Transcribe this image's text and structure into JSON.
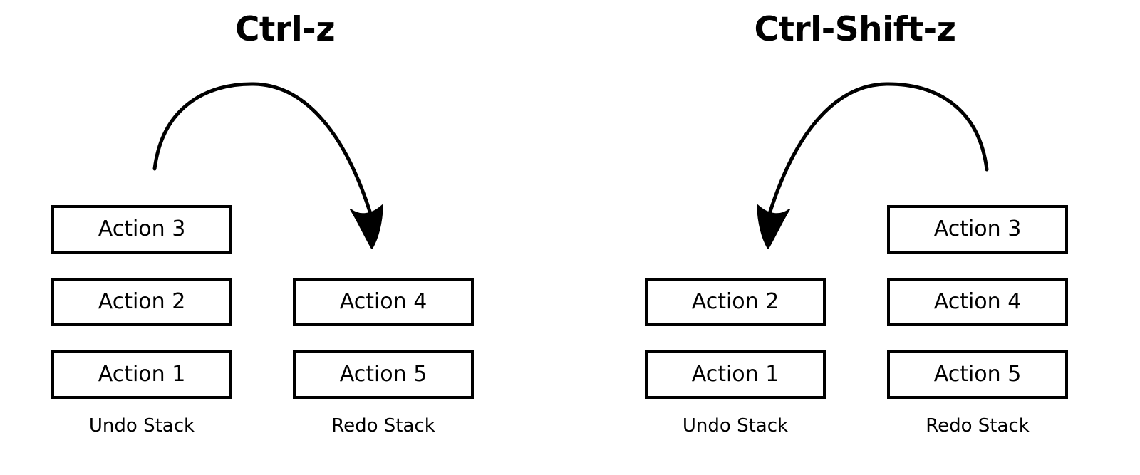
{
  "diagram": {
    "title_left": "Ctrl-z",
    "title_right": "Ctrl-Shift-z",
    "background_color": "#ffffff",
    "stroke_color": "#000000"
  },
  "panels": [
    {
      "key": "undo_action",
      "title": "Ctrl-z",
      "arrow": {
        "semantic": "undo-arrow",
        "direction": "left-to-right",
        "from_stack": "Undo Stack",
        "to_stack": "Redo Stack"
      },
      "stacks": [
        {
          "key": "undo",
          "label": "Undo Stack",
          "slots": [
            {
              "label": "Action 3",
              "filled": true
            },
            {
              "label": "Action 2",
              "filled": true
            },
            {
              "label": "Action 1",
              "filled": true
            }
          ]
        },
        {
          "key": "redo",
          "label": "Redo Stack",
          "slots": [
            {
              "label": "",
              "filled": false
            },
            {
              "label": "Action 4",
              "filled": true
            },
            {
              "label": "Action 5",
              "filled": true
            }
          ]
        }
      ]
    },
    {
      "key": "redo_action",
      "title": "Ctrl-Shift-z",
      "arrow": {
        "semantic": "redo-arrow",
        "direction": "right-to-left",
        "from_stack": "Redo Stack",
        "to_stack": "Undo Stack"
      },
      "stacks": [
        {
          "key": "undo",
          "label": "Undo Stack",
          "slots": [
            {
              "label": "",
              "filled": false
            },
            {
              "label": "Action 2",
              "filled": true
            },
            {
              "label": "Action 1",
              "filled": true
            }
          ]
        },
        {
          "key": "redo",
          "label": "Redo Stack",
          "slots": [
            {
              "label": "Action 3",
              "filled": true
            },
            {
              "label": "Action 4",
              "filled": true
            },
            {
              "label": "Action 5",
              "filled": true
            }
          ]
        }
      ]
    }
  ]
}
